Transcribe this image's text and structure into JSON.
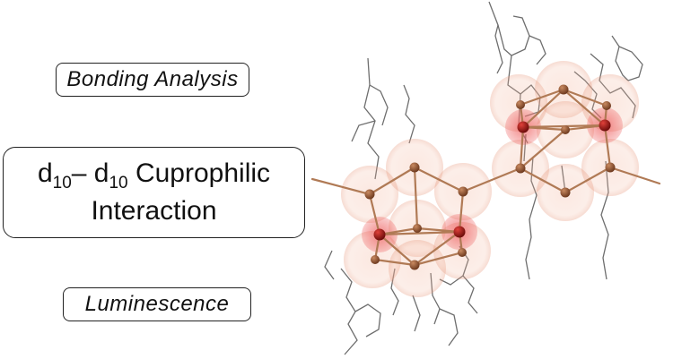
{
  "labels": {
    "bonding": "Bonding Analysis",
    "main": {
      "d1": "d",
      "sub1": "10",
      "dash": "– d",
      "sub2": "10",
      "rest1": " Cuprophilic",
      "line2": "Interaction"
    },
    "luminescence": "Luminescence"
  },
  "structure": {
    "colors": {
      "bond": "#b07a55",
      "atom": "#8a4f2e",
      "metal": "#b3201c",
      "ligand": "#6e6e6e",
      "glow": "#f2b39a",
      "metal_glow": "#ee5d5d"
    }
  }
}
